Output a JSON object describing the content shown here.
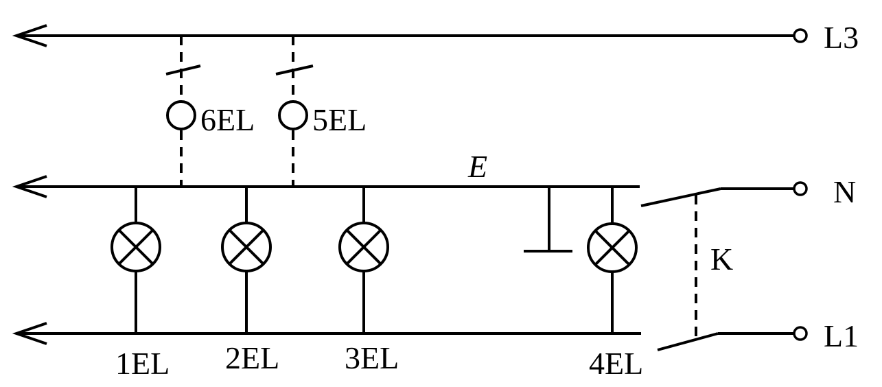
{
  "lines": {
    "l3": "L3",
    "n": "N",
    "l1": "L1",
    "e": "E"
  },
  "switch_label": "K",
  "lamps": {
    "el1": "1EL",
    "el2": "2EL",
    "el3": "3EL",
    "el4": "4EL",
    "el5": "5EL",
    "el6": "6EL"
  }
}
